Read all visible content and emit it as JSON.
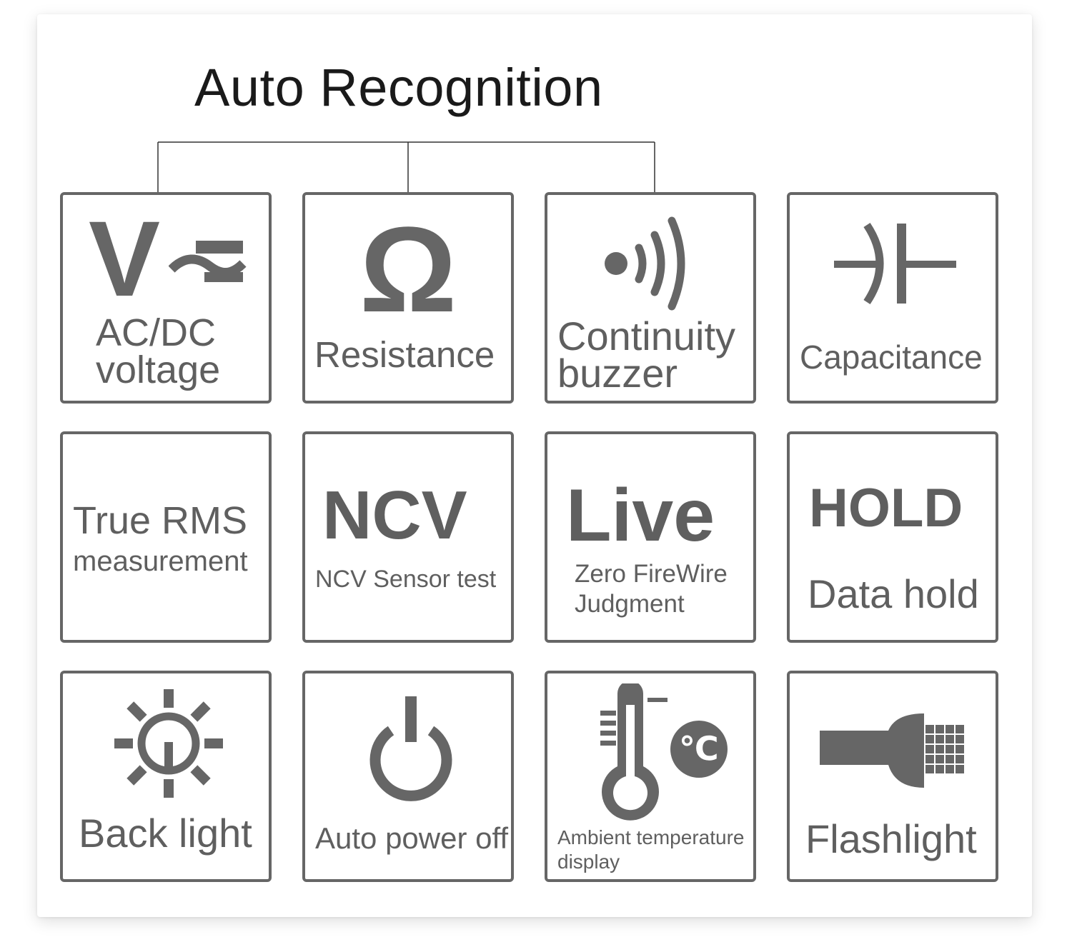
{
  "title": "Auto Recognition",
  "colors": {
    "icon": "#666666",
    "text": "#5f5f5f",
    "title": "#1a1a1a",
    "border": "#666666"
  },
  "features": [
    {
      "icon": "voltage-ac-dc-icon",
      "symbol": "V",
      "line1": "AC/DC",
      "line2": "voltage"
    },
    {
      "icon": "omega-icon",
      "symbol": "Ω",
      "line1": "Resistance"
    },
    {
      "icon": "sound-wave-icon",
      "line1": "Continuity",
      "line2": "buzzer"
    },
    {
      "icon": "capacitor-icon",
      "line1": "Capacitance"
    },
    {
      "line1": "True RMS",
      "line2": "measurement"
    },
    {
      "big": "NCV",
      "line1": "NCV Sensor test"
    },
    {
      "big": "Live",
      "line1": "Zero FireWire",
      "line2": "Judgment"
    },
    {
      "big": "HOLD",
      "line1": "Data hold"
    },
    {
      "icon": "sun-backlight-icon",
      "line1": "Back light"
    },
    {
      "icon": "power-icon",
      "line1": "Auto power off"
    },
    {
      "icon": "thermometer-icon",
      "symbol": "℃",
      "line1": "Ambient temperature",
      "line2": "display"
    },
    {
      "icon": "flashlight-icon",
      "line1": "Flashlight"
    }
  ]
}
